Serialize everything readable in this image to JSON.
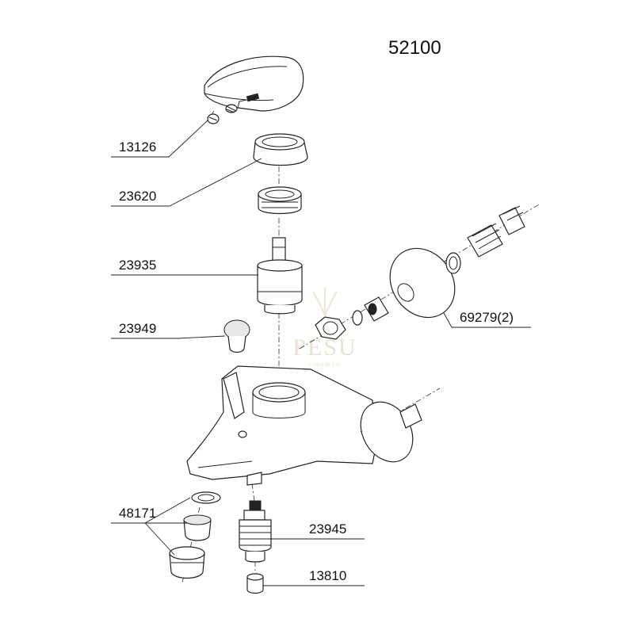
{
  "title": "52100",
  "watermark": {
    "brand": "PESU",
    "tagline": "Corporate Ltd."
  },
  "parts": [
    {
      "id": "handle-screw",
      "number": "13126"
    },
    {
      "id": "cover-cap",
      "number": "23620"
    },
    {
      "id": "cartridge",
      "number": "23935"
    },
    {
      "id": "diverter-knob",
      "number": "23949"
    },
    {
      "id": "eccentric-set",
      "number": "69279(2)"
    },
    {
      "id": "aerator-set",
      "number": "48171"
    },
    {
      "id": "diverter-cartridge",
      "number": "23945"
    },
    {
      "id": "diverter-nut",
      "number": "13810"
    }
  ]
}
